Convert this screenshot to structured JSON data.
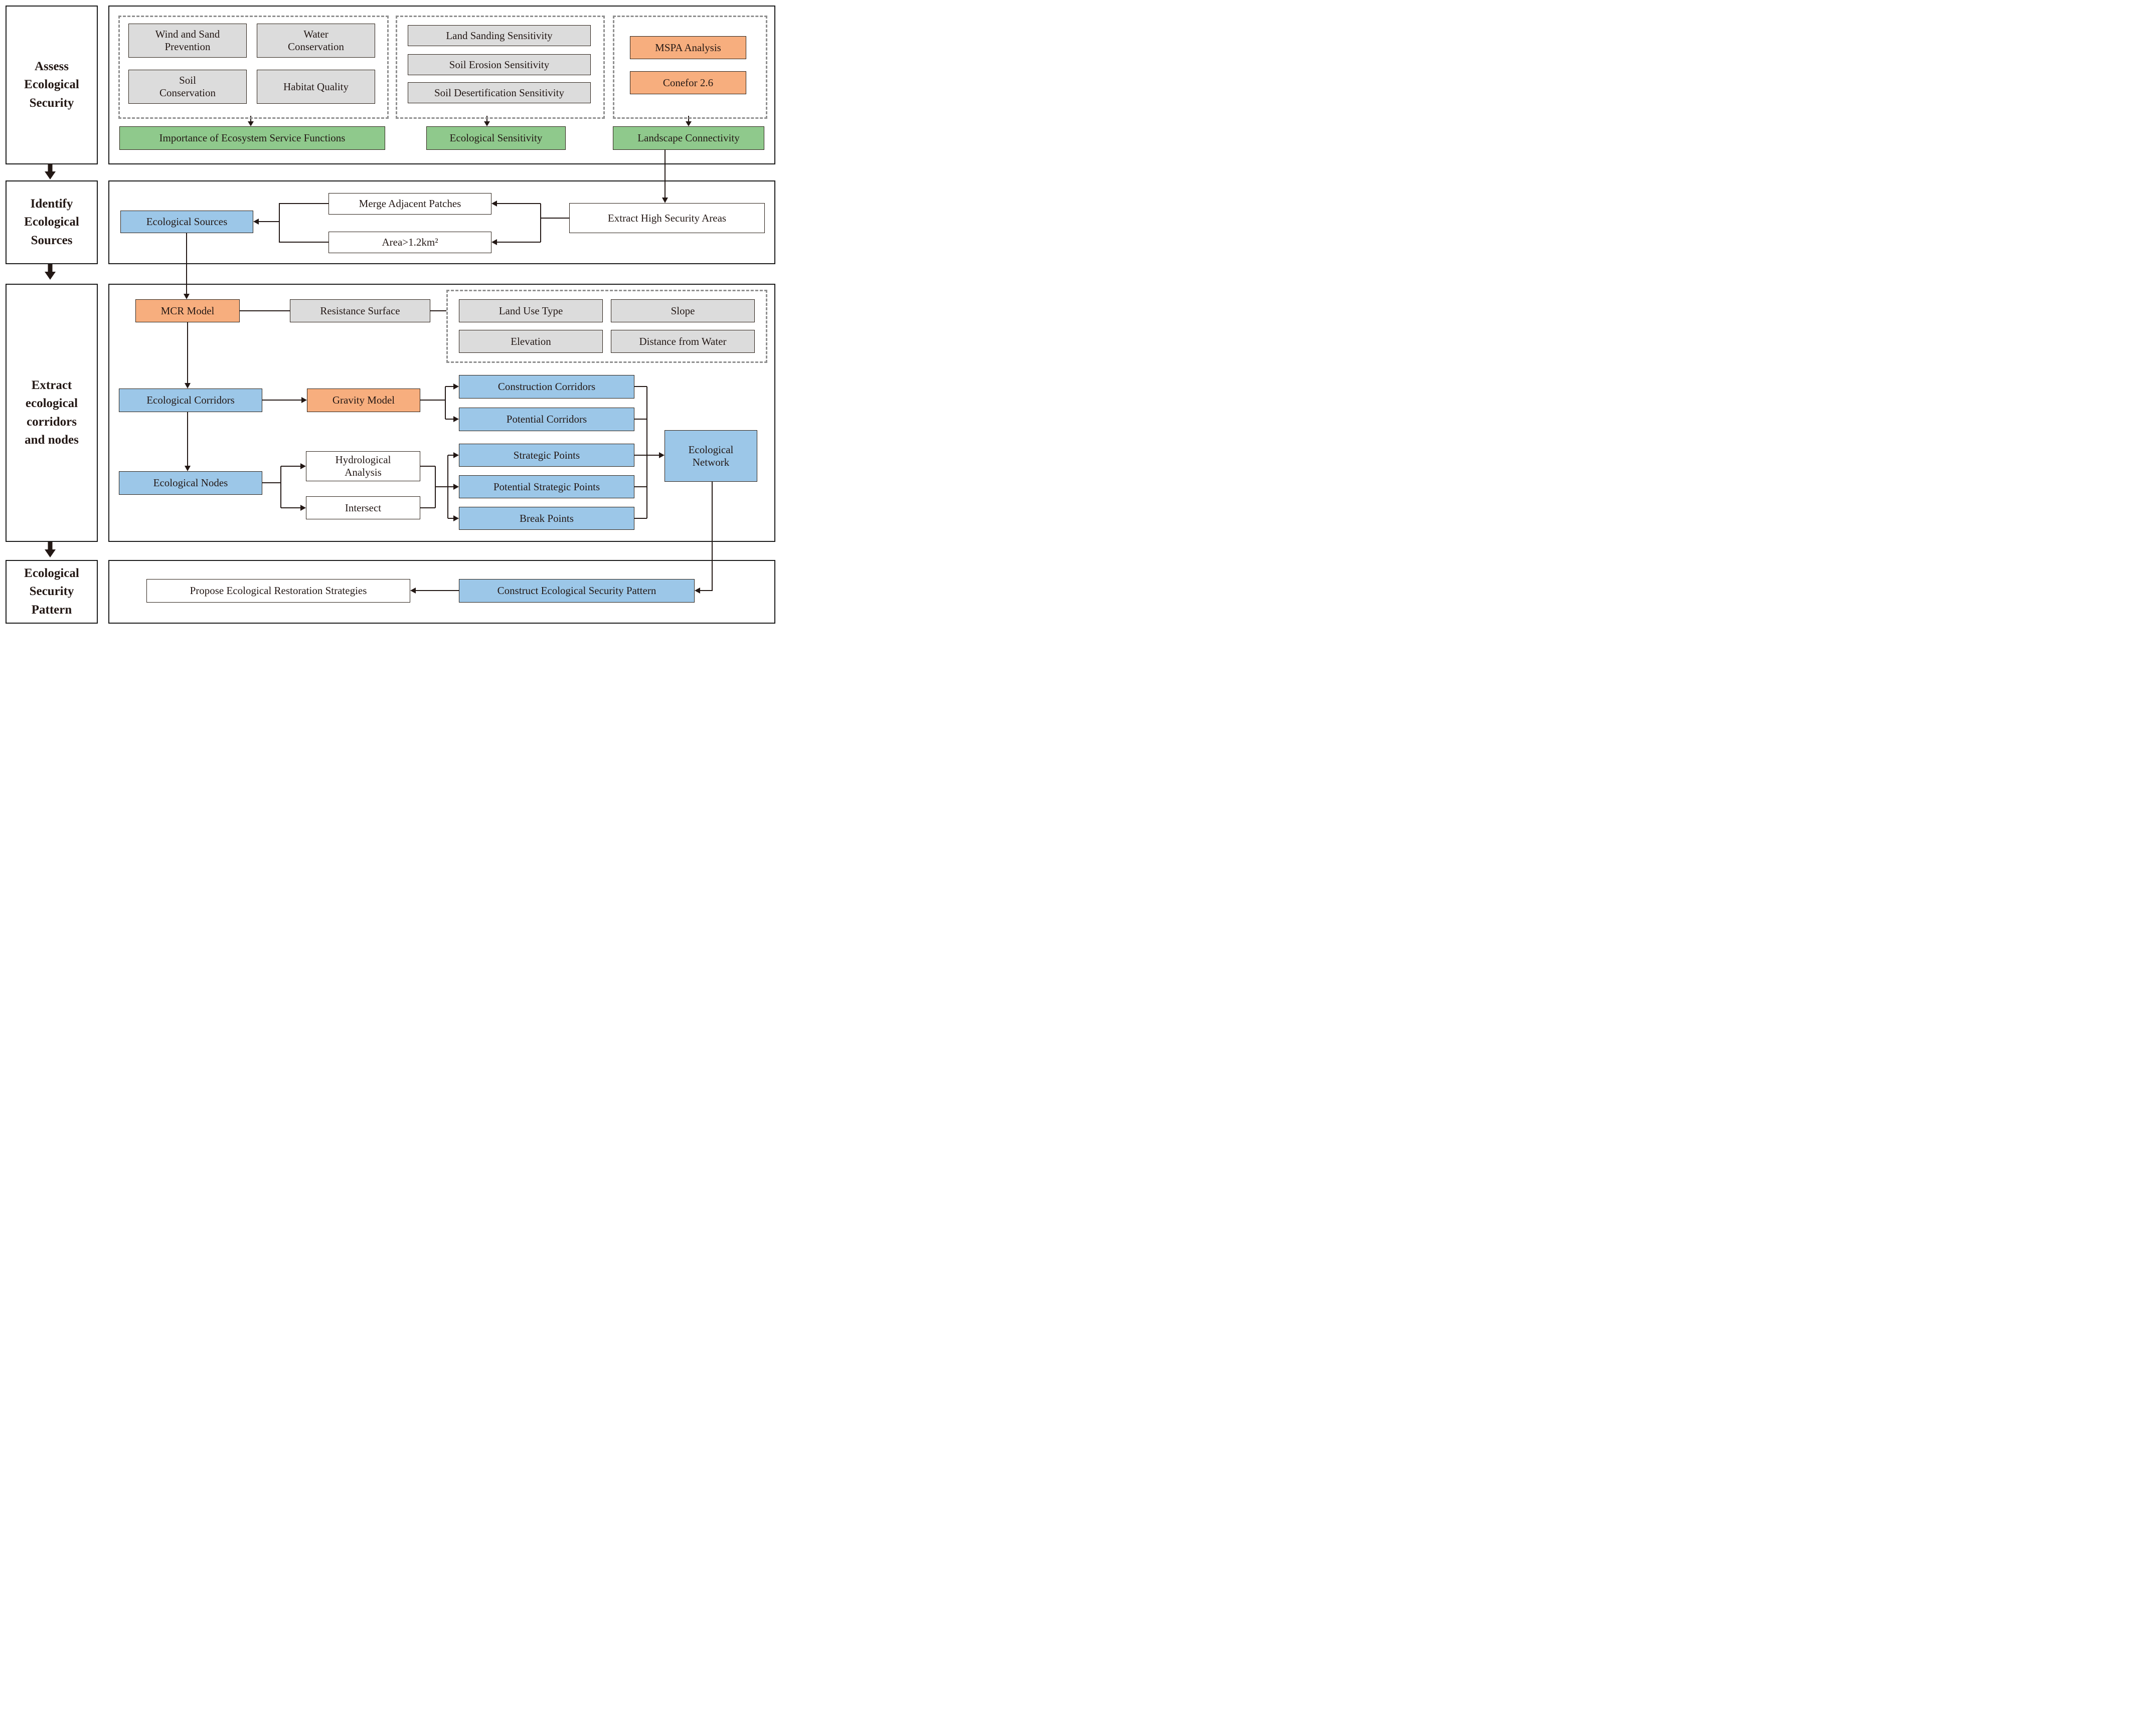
{
  "colors": {
    "orange": "#F7AE7E",
    "green": "#8FC98C",
    "blue": "#9CC7E8",
    "gray": "#DCDCDC",
    "ink": "#231815",
    "line": "#231815",
    "dash": "#8F8F8F"
  },
  "stages": [
    {
      "label": "Assess\nEcological\nSecurity"
    },
    {
      "label": "Identify\nEcological\nSources"
    },
    {
      "label": "Extract\necological\ncorridors\nand nodes"
    },
    {
      "label": "Ecological\nSecurity\nPattern"
    }
  ],
  "assess": {
    "esf_items": [
      "Wind and Sand\nPrevention",
      "Water\nConservation",
      "Soil\nConservation",
      "Habitat Quality"
    ],
    "sensitivity_items": [
      "Land Sanding Sensitivity",
      "Soil Erosion Sensitivity",
      "Soil Desertification Sensitivity"
    ],
    "connectivity_items": [
      "MSPA Analysis",
      "Conefor 2.6"
    ],
    "outputs": [
      "Importance of Ecosystem Service Functions",
      "Ecological Sensitivity",
      "Landscape Connectivity"
    ]
  },
  "identify": {
    "sources": "Ecological Sources",
    "merge": "Merge Adjacent Patches",
    "area": "Area>1.2km²",
    "extract": "Extract High Security Areas"
  },
  "extract": {
    "mcr": "MCR Model",
    "resistance": "Resistance Surface",
    "factors": [
      "Land Use Type",
      "Slope",
      "Elevation",
      "Distance from Water"
    ],
    "corridors": "Ecological Corridors",
    "gravity": "Gravity Model",
    "construction": "Construction Corridors",
    "potential": "Potential Corridors",
    "nodes": "Ecological Nodes",
    "hydrological": "Hydrological\nAnalysis",
    "intersect": "Intersect",
    "strategic": "Strategic Points",
    "potential_strategic": "Potential Strategic Points",
    "break_points": "Break Points",
    "network": "Ecological\nNetwork"
  },
  "pattern": {
    "propose": "Propose Ecological Restoration Strategies",
    "construct": "Construct Ecological Security Pattern"
  }
}
